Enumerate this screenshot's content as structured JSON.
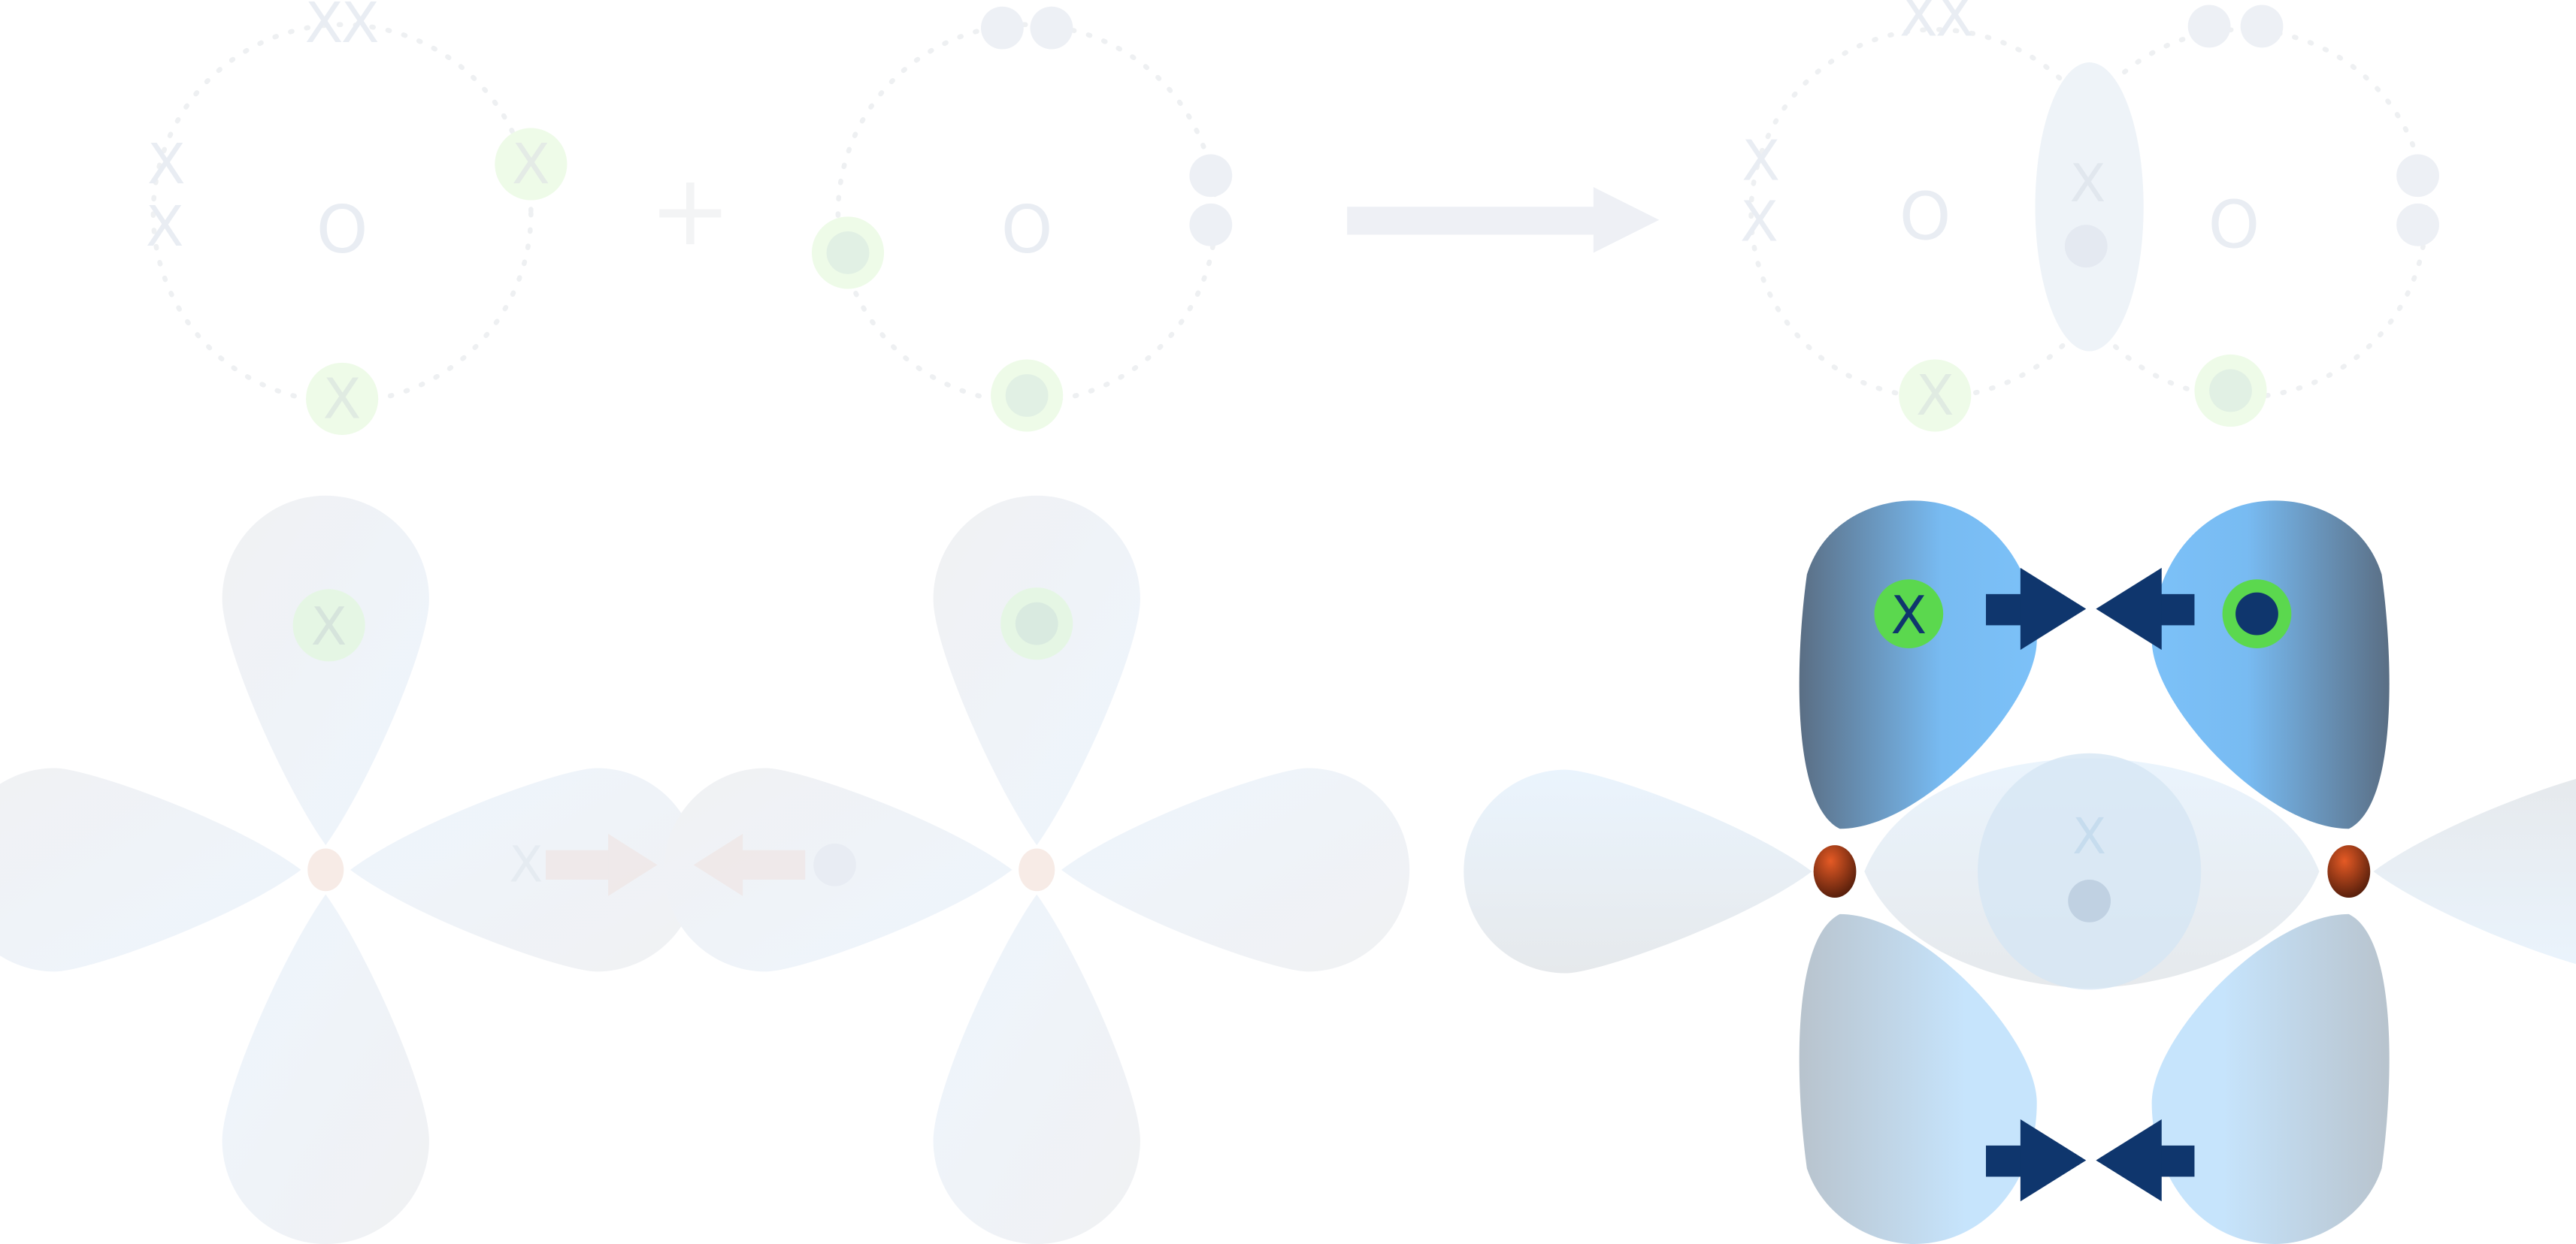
{
  "top": {
    "atom_left": {
      "symbol": "O",
      "electron_mark": "X"
    },
    "plus_sign": "+",
    "atom_right": {
      "symbol": "O"
    },
    "product": {
      "left_symbol": "O",
      "right_symbol": "O",
      "shared_mark": "X"
    }
  },
  "bottom": {
    "left_orbital_mark": "X",
    "faded_arrow_mark": "X",
    "product_top_left_mark": "X",
    "product_center_mark": "X"
  },
  "colors": {
    "faint_gray": "#e9edf3",
    "faint_green": "#eefbe8",
    "green": "#5bd84e",
    "navy": "#0f366d",
    "lobe_dark": "#5a7086",
    "lobe_blue": "#7cc1f8",
    "lobe_light": "#c4e2fa",
    "nucleus": "#c54a1d"
  },
  "icons": {
    "reaction_arrow": "right-arrow-icon",
    "overlap_arrows": "converging-arrows-icon"
  }
}
